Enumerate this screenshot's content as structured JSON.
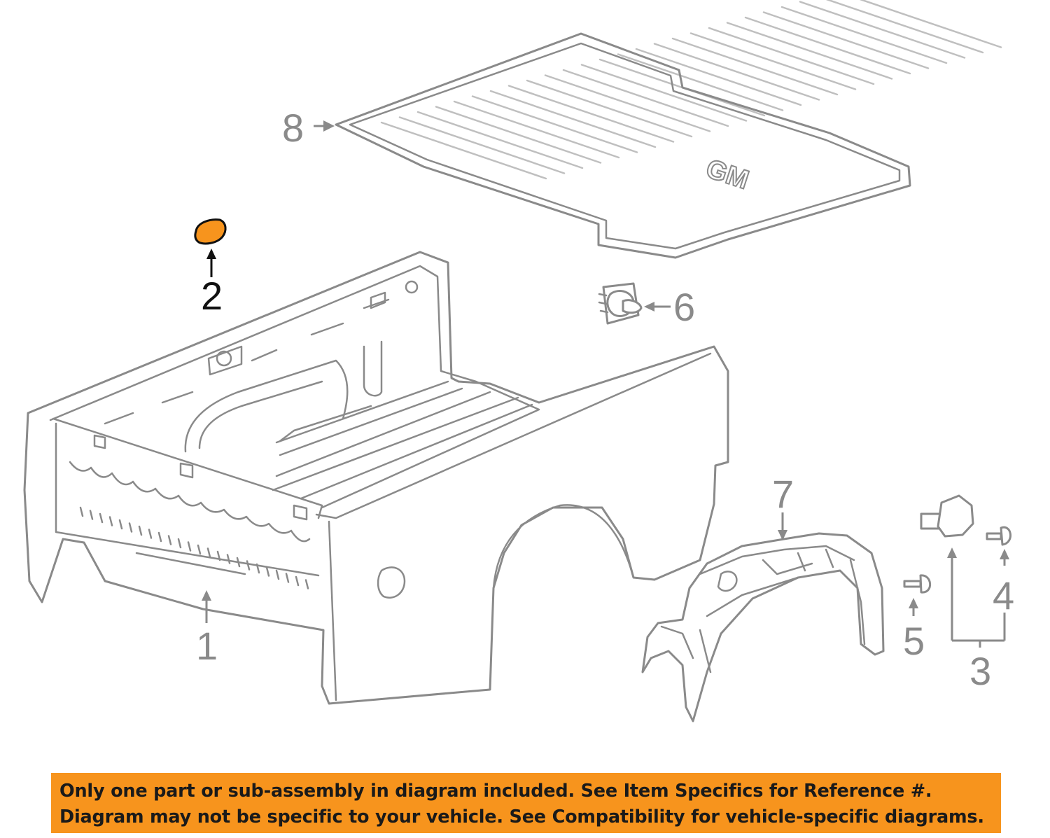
{
  "diagram": {
    "highlight_color": "#F7941D",
    "highlighted_part": "2",
    "callouts": [
      {
        "id": "1",
        "label": "1"
      },
      {
        "id": "2",
        "label": "2"
      },
      {
        "id": "3",
        "label": "3"
      },
      {
        "id": "4",
        "label": "4"
      },
      {
        "id": "5",
        "label": "5"
      },
      {
        "id": "6",
        "label": "6"
      },
      {
        "id": "7",
        "label": "7"
      },
      {
        "id": "8",
        "label": "8"
      }
    ],
    "mat_logo": "GM"
  },
  "notice": {
    "background": "#F7941D",
    "line1": "Only one part or sub-assembly in diagram included. See Item Specifics for Reference #.",
    "line2": "Diagram may not be specific to your vehicle. See Compatibility for vehicle-specific diagrams."
  }
}
